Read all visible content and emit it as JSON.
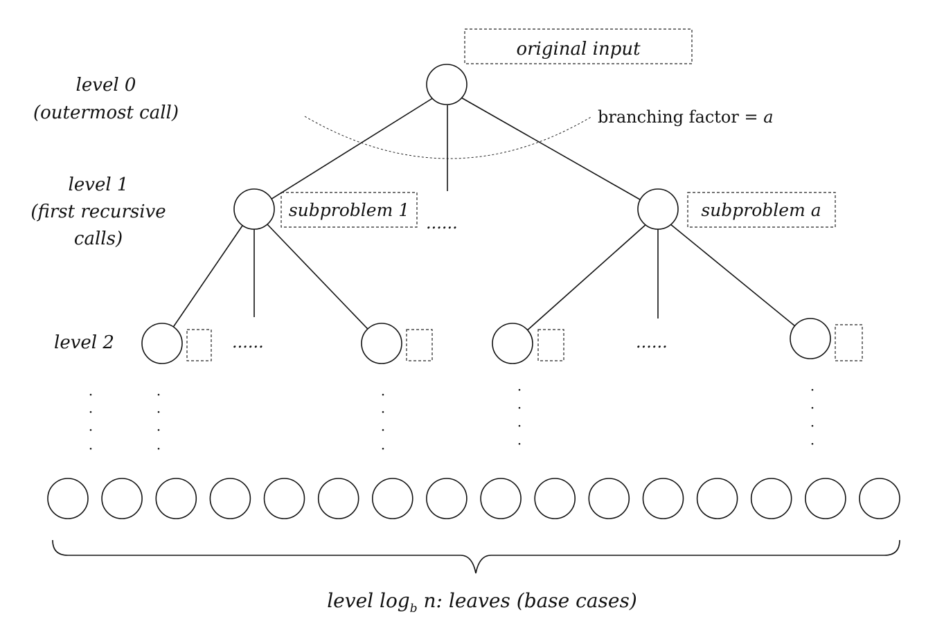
{
  "labels": {
    "original_input": "original input",
    "level0_line1": "level 0",
    "level0_line2": "(outermost call)",
    "level1_line1": "level 1",
    "level1_line2": "(first recursive",
    "level1_line3": "calls)",
    "level2": "level 2",
    "branching_prefix": "branching factor = ",
    "branching_var": "a",
    "subproblem_1": "subproblem 1",
    "subproblem_a": "subproblem a",
    "ellipsis": "......",
    "leaves_pre": "level log",
    "leaves_sub": "b",
    "leaves_post": " n: leaves (base cases)"
  },
  "leaf_count": 16
}
